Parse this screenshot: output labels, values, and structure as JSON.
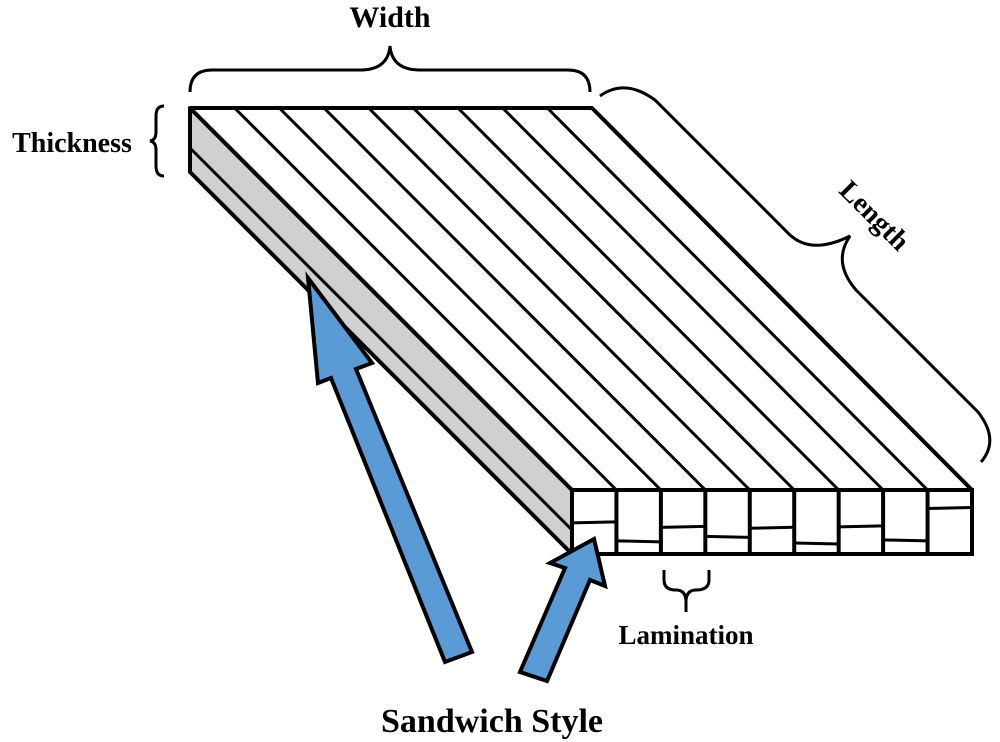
{
  "diagram": {
    "title": "CLT panel dimensions diagram",
    "labels": {
      "width": "Width",
      "thickness": "Thickness",
      "length": "Length",
      "lamination": "Lamination",
      "sandwich_style": "Sandwich Style"
    },
    "colors": {
      "side_face": "#d0d0d0",
      "arrow_fill": "#5b9bd5",
      "stroke": "#000000",
      "face": "#ffffff"
    },
    "top_face_strips": 9,
    "front_face_columns": 9,
    "front_face_joint_fractions": [
      0.52,
      0.92,
      0.62,
      0.82,
      0.64,
      0.97,
      0.61,
      0.9,
      0.2
    ],
    "side_face_layers": 2
  }
}
